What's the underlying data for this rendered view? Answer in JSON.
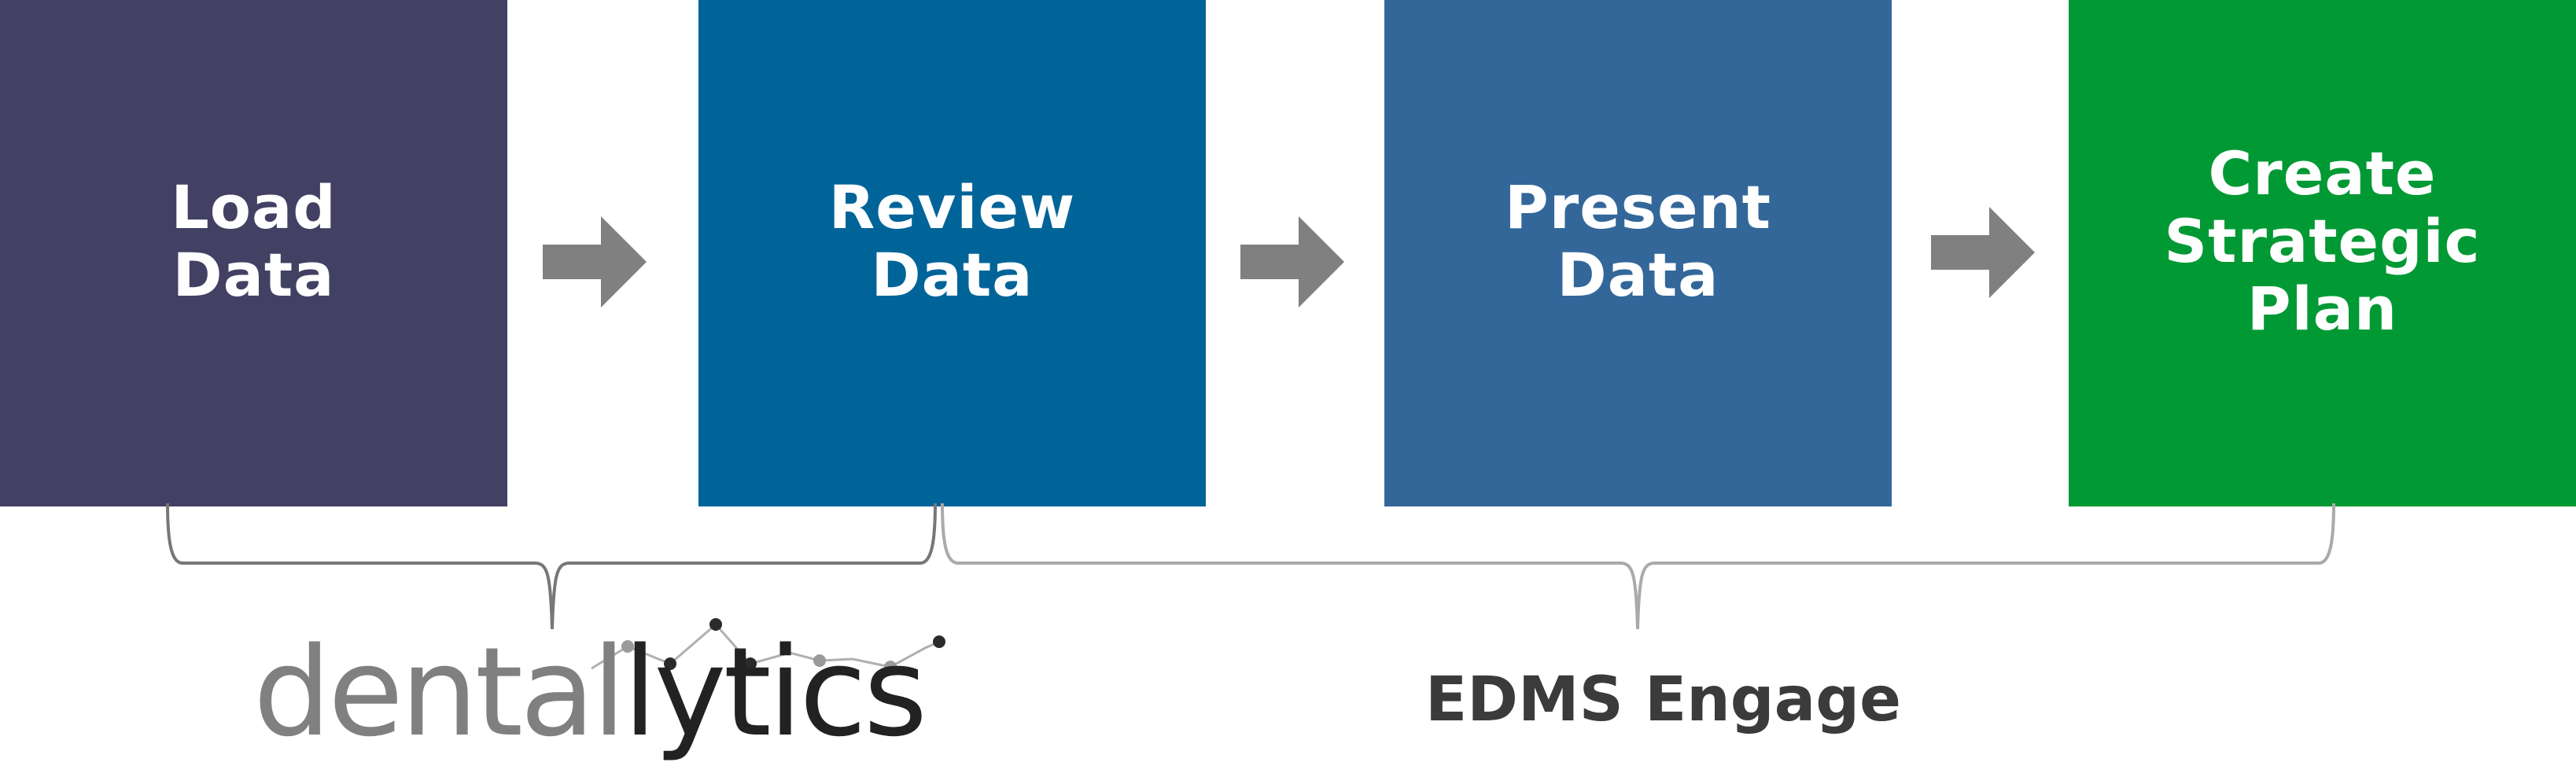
{
  "steps": [
    {
      "label": "Load\nData",
      "color": "#424063"
    },
    {
      "label": "Review\nData",
      "color": "#016499"
    },
    {
      "label": "Present\nData",
      "color": "#33679a"
    },
    {
      "label": "Create\nStrategic\nPlan",
      "color": "#019934"
    }
  ],
  "arrow_color": "#808080",
  "brace_colors": {
    "left": "#777777",
    "right": "#aaaaaa"
  },
  "logo": {
    "part1": "dental",
    "part2": "lytics"
  },
  "edms_label": "EDMS Engage"
}
